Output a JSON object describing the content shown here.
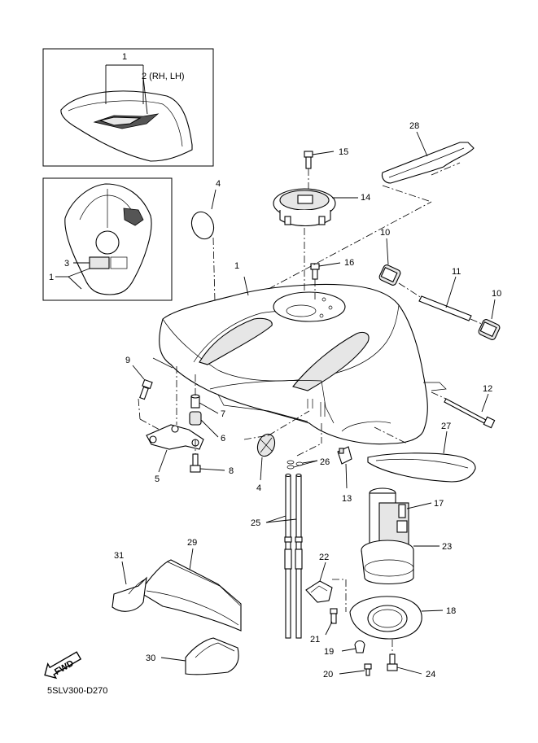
{
  "diagram": {
    "code": "5SLV300-D270",
    "fwd_label": "FWD",
    "callouts": {
      "c1_inset1": "1",
      "c2_inset1": "2 (RH, LH)",
      "c3_inset2": "3",
      "c1_inset2": "1",
      "c1_tank": "1",
      "c4_top": "4",
      "c4_bottom": "4",
      "c5": "5",
      "c6": "6",
      "c7": "7",
      "c8": "8",
      "c9": "9",
      "c10_a": "10",
      "c10_b": "10",
      "c11": "11",
      "c12": "12",
      "c13": "13",
      "c14": "14",
      "c15": "15",
      "c16": "16",
      "c17": "17",
      "c18": "18",
      "c19": "19",
      "c20": "20",
      "c21": "21",
      "c22": "22",
      "c23": "23",
      "c24": "24",
      "c25": "25",
      "c26": "26",
      "c27": "27",
      "c28": "28",
      "c29": "29",
      "c30": "30",
      "c31": "31"
    }
  }
}
